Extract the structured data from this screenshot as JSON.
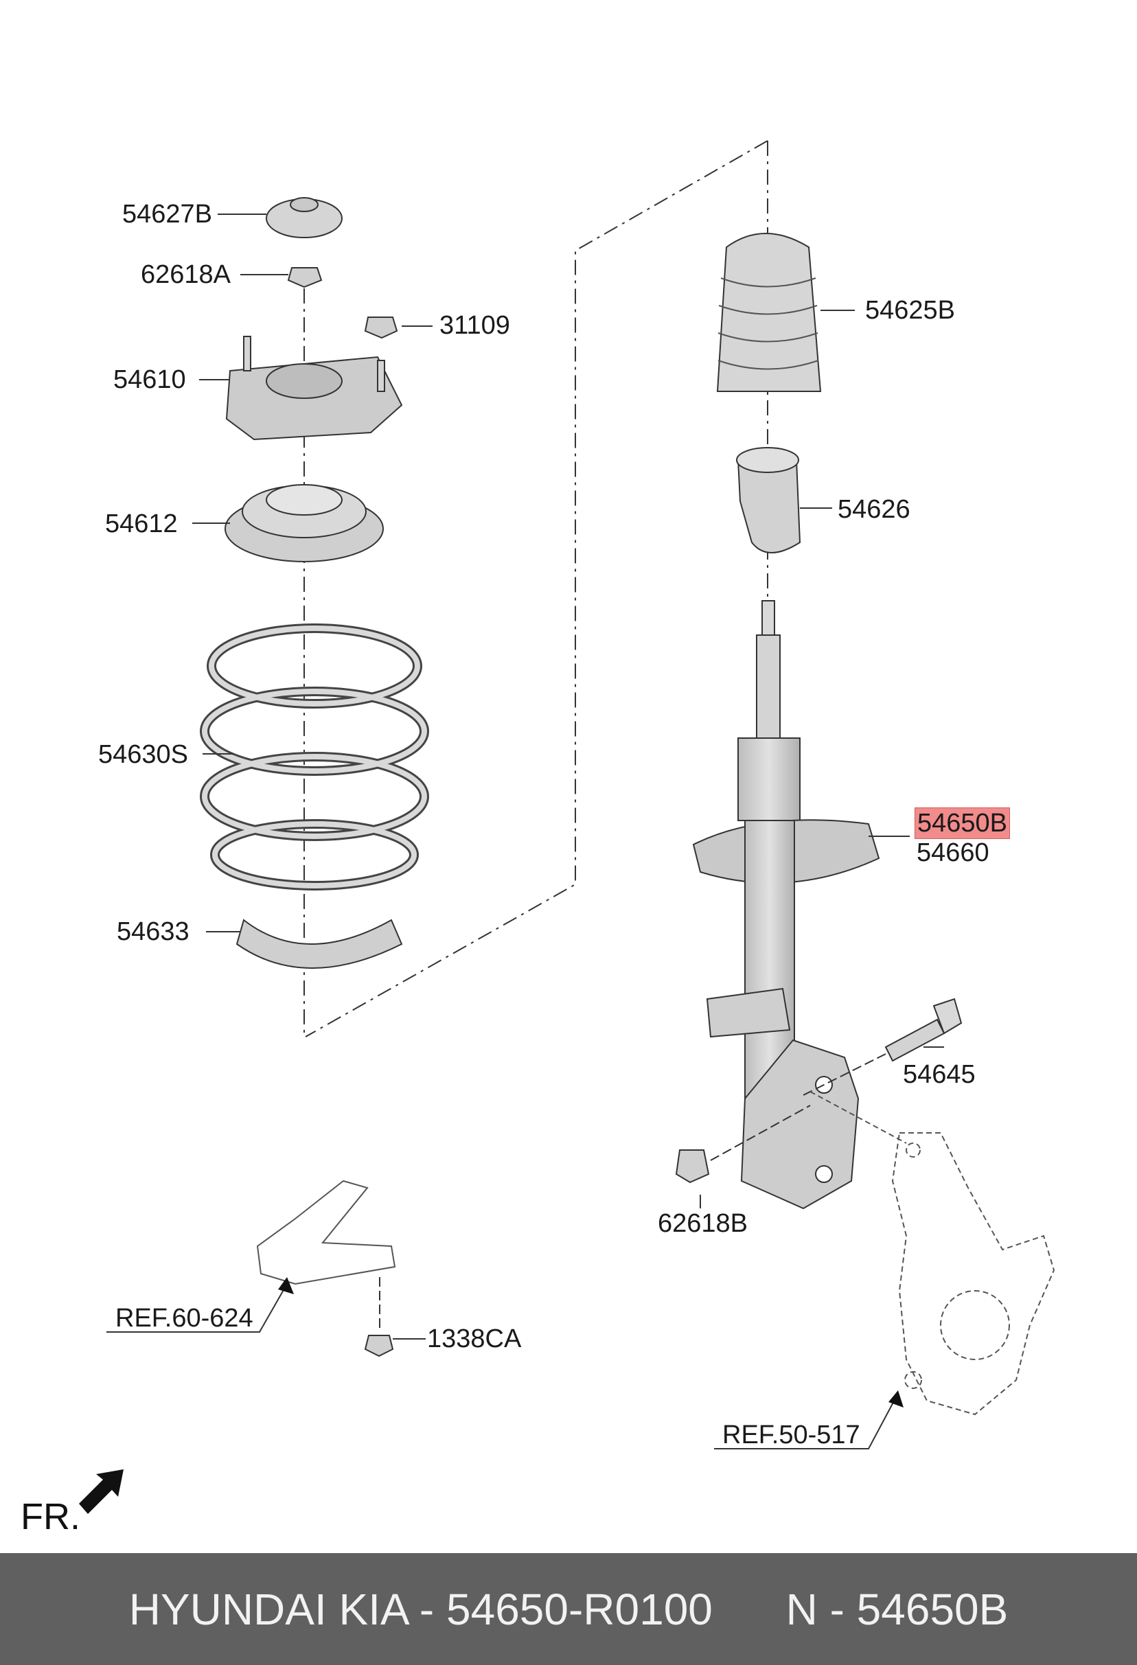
{
  "parts": {
    "p54627B": "54627B",
    "p62618A": "62618A",
    "p31109": "31109",
    "p54610": "54610",
    "p54612": "54612",
    "p54630S": "54630S",
    "p54633": "54633",
    "p54625B": "54625B",
    "p54626": "54626",
    "p54650B": "54650B",
    "p54660": "54660",
    "p54645": "54645",
    "p62618B": "62618B",
    "p1338CA": "1338CA"
  },
  "refs": {
    "ref60": "REF.60-624",
    "ref50": "REF.50-517"
  },
  "direction": {
    "label": "FR."
  },
  "footer": {
    "brand_part": "HYUNDAI KIA - 54650-R0100",
    "n_part": "N - 54650B"
  },
  "colors": {
    "highlight": "#f28b8b",
    "footer_bg": "#606060",
    "part_fill": "#d9d9d9"
  }
}
